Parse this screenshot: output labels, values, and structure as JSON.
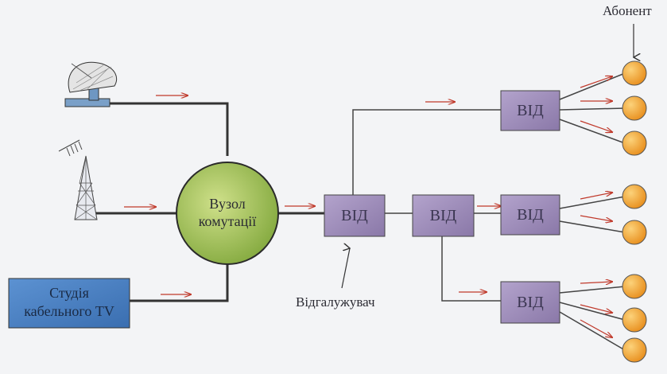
{
  "labels": {
    "subscriber": "Абонент",
    "switch_node_line1": "Вузол",
    "switch_node_line2": "комутації",
    "studio_line1": "Студія",
    "studio_line2": "кабельного TV",
    "splitter_label": "Відгалужувач",
    "splitter_box": "ВІД"
  },
  "colors": {
    "line": "#3a3a3a",
    "arrow": "#c0392b",
    "splitter_fill": "#9f8fb8",
    "node_fill": "#a6c95a",
    "studio_fill": "#4a7fc0",
    "subscriber_fill": "#f2a93b"
  },
  "icons": [
    "satellite-dish-icon",
    "antenna-tower-icon"
  ]
}
